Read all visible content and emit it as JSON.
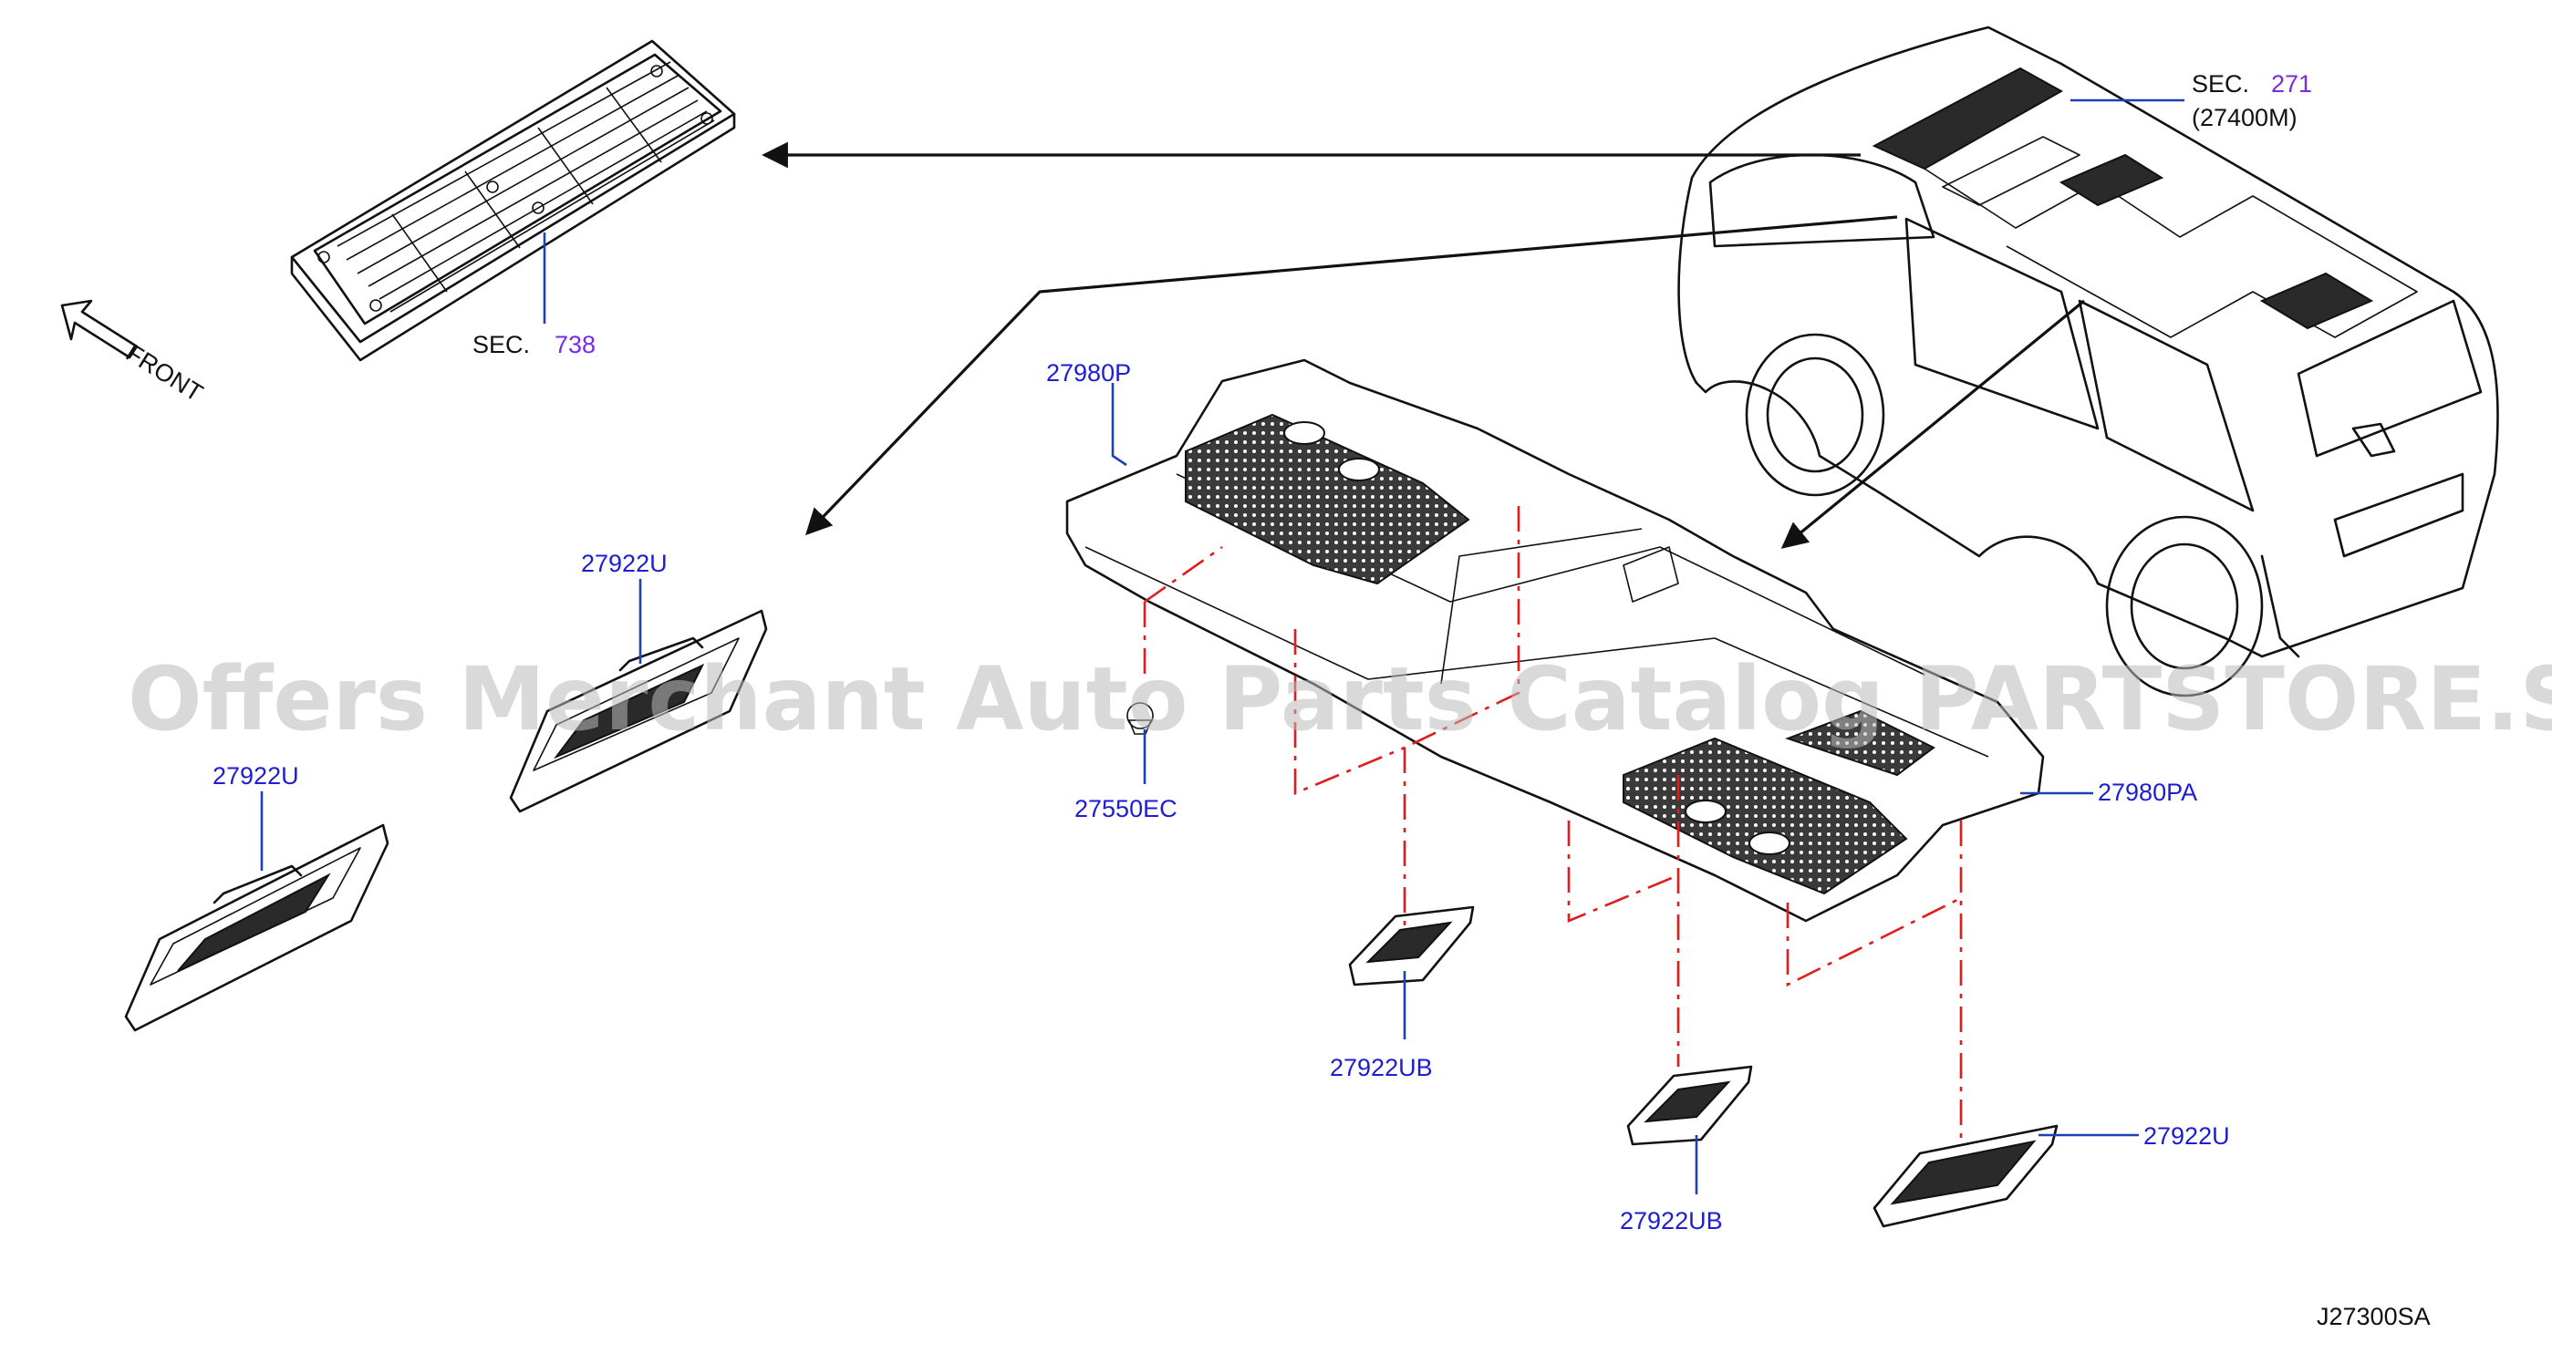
{
  "watermark": "Offers Merchant Auto Parts Catalog PARTSTORE.SA",
  "drawing_id": "J27300SA",
  "front_label": "FRONT",
  "sections": [
    {
      "prefix": "SEC.",
      "number": "738"
    },
    {
      "prefix": "SEC.",
      "number": "271",
      "sub": "(27400M)"
    }
  ],
  "parts": {
    "duct_front": "27980P",
    "duct_rear": "27980PA",
    "grille_upper_left": "27922U",
    "grille_lower_left": "27922U",
    "clip": "27550EC",
    "grille_center_b1": "27922UB",
    "grille_center_b2": "27922UB",
    "grille_right": "27922U"
  },
  "colors": {
    "part_link": "#1d1dd6",
    "section_link": "#7a2be2",
    "leader": "#1d3fb8",
    "centerline": "#e21b1b",
    "watermark": "#b9b9b9"
  }
}
